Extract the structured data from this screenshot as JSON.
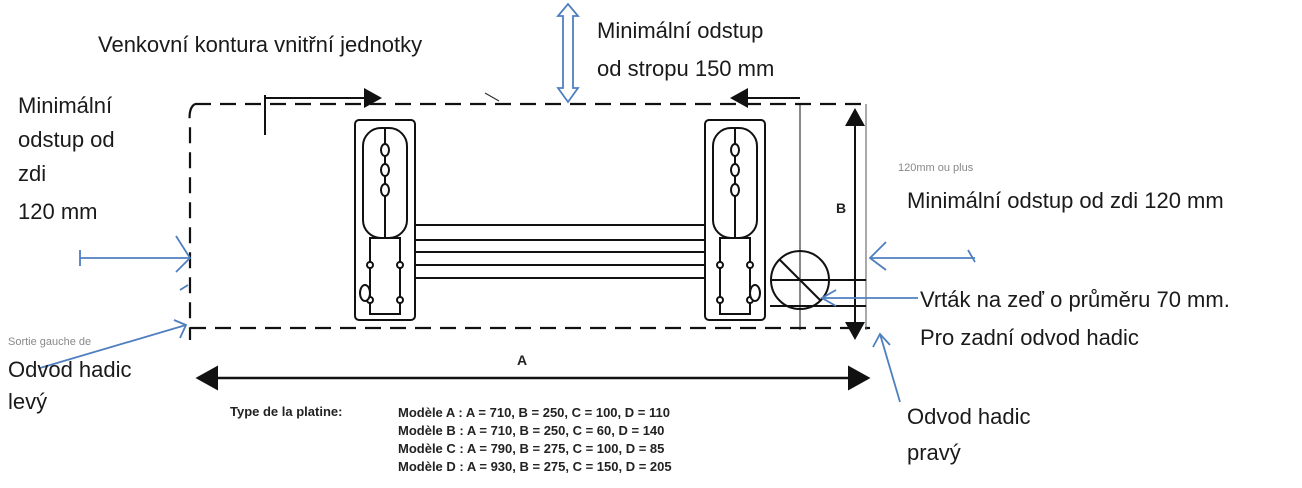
{
  "labels": {
    "outer_contour": "Venkovní kontura vnitřní jednotky",
    "ceiling_line1": "Minimální odstup",
    "ceiling_line2": "od stropu 150 mm",
    "left_wall_line1": "Minimální",
    "left_wall_line2": "odstup od",
    "left_wall_line3": "zdi",
    "left_wall_line4": "120 mm",
    "right_wall": "Minimální odstup od zdi 120 mm",
    "drill_line1": "Vrták na zeď o průměru 70 mm.",
    "drill_line2": "Pro zadní odvod hadic",
    "hose_left_line1": "Odvod hadic",
    "hose_left_line2": "levý",
    "hose_right_line1": "Odvod hadic",
    "hose_right_line2": "pravý",
    "faint_left": "Sortie gauche de",
    "faint_right": "120mm ou plus"
  },
  "dimensions": {
    "A": "A",
    "B": "B"
  },
  "plate_table": {
    "title": "Type de  la platine:",
    "models": [
      "Modèle A : A = 710, B = 250, C = 100, D = 110",
      "Modèle B : A = 710, B = 250, C = 60, D = 140",
      "Modèle C : A = 790, B = 275, C = 100, D = 85",
      "Modèle D : A = 930, B = 275, C = 150, D = 205"
    ]
  },
  "colors": {
    "annotation_arrow": "#4f7fbf",
    "drawing": "#111111",
    "text": "#1a1a1a"
  }
}
